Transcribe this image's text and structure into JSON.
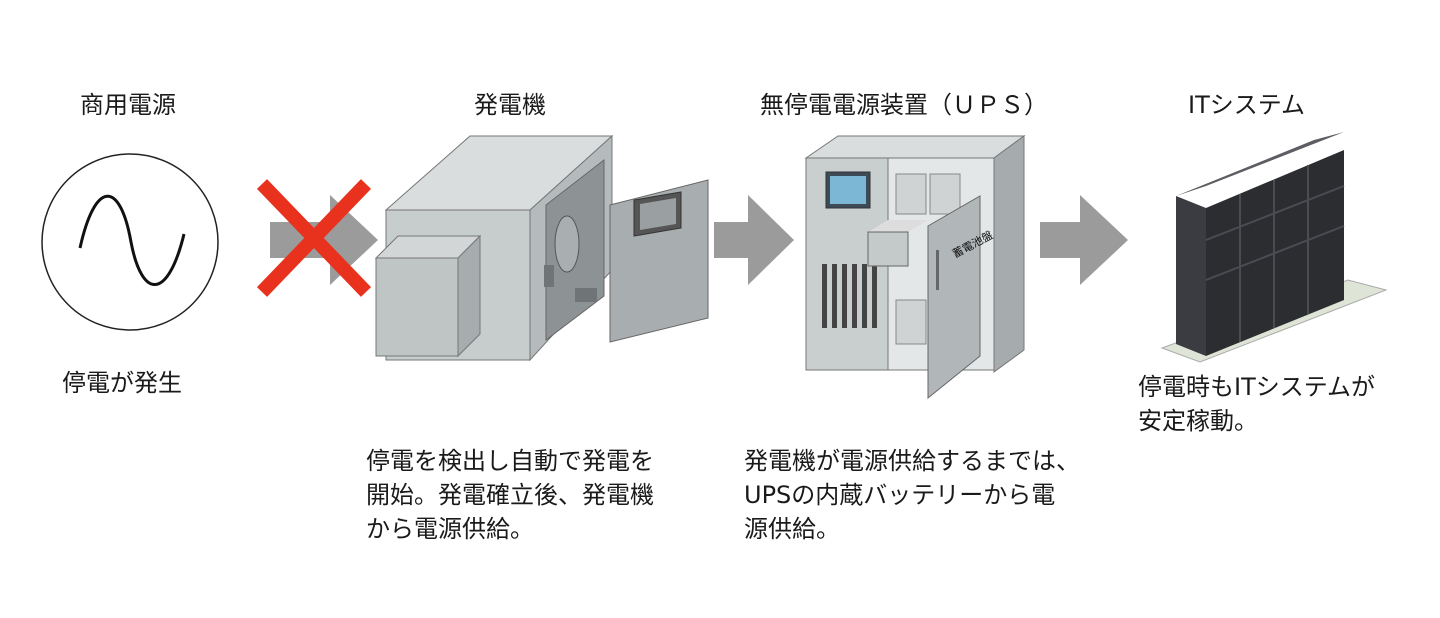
{
  "headings": {
    "commercial_power": "商用電源",
    "generator": "発電機",
    "ups": "無停電電源装置（ＵＰＳ）",
    "it_system": "ITシステム"
  },
  "captions": {
    "outage": "停電が発生",
    "generator_desc": "停電を検出し自動で発電を\n開始。発電確立後、発電機\nから電源供給。",
    "ups_desc": "発電機が電源供給するまでは、\nUPSの内蔵バッテリーから電\n源供給。",
    "it_desc": "停電時もITシステムが\n安定稼動。"
  },
  "battery_label": "蓄電池盤",
  "colors": {
    "arrow": "#9b9b9b",
    "cross": "#e8321e",
    "cabinet_light": "#c9cecf",
    "cabinet_dark": "#8c9293",
    "rack": "#2b2d31"
  },
  "icons": [
    "sine-wave-icon",
    "cross-mark-icon",
    "arrow-right-icon"
  ]
}
